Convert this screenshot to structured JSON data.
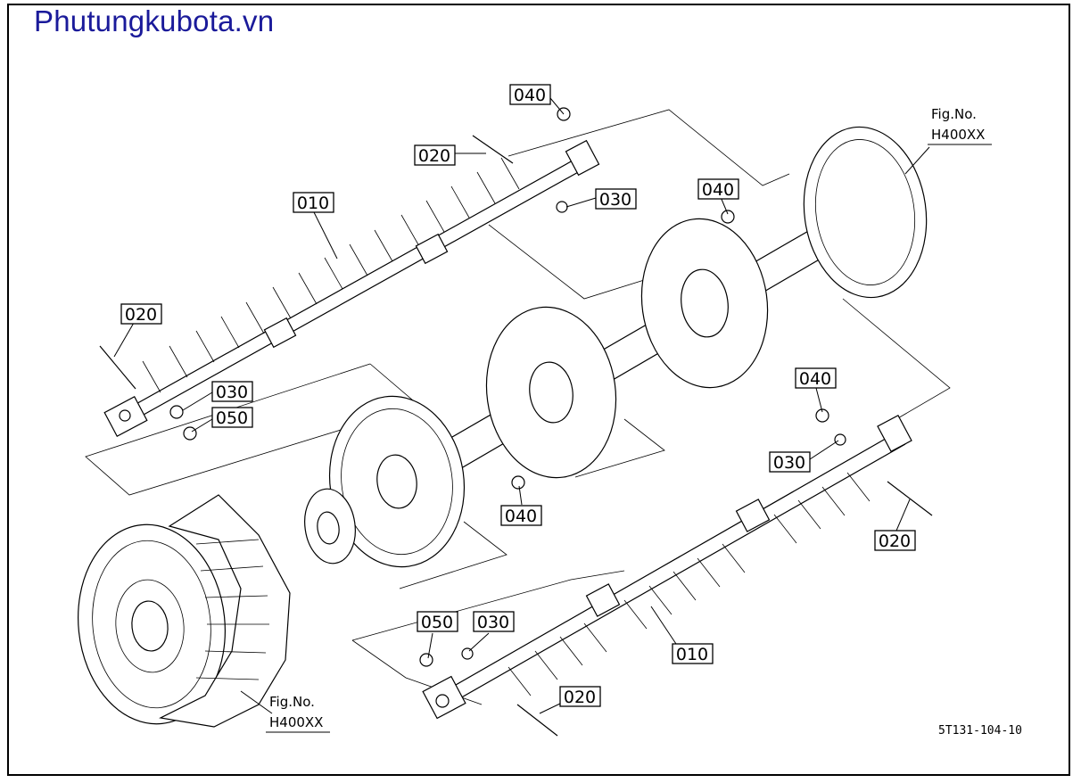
{
  "brand": "Phutungkubota.vn",
  "drawing_code": "5T131-104-10",
  "fig_refs": [
    {
      "line1": "Fig.No.",
      "line2": "H400XX"
    },
    {
      "line1": "Fig.No.",
      "line2": "H400XX"
    }
  ],
  "callouts": {
    "c040_top": "040",
    "c020_top": "020",
    "c030_top": "030",
    "c010_top": "010",
    "c040_mid": "040",
    "c020_left": "020",
    "c030_left": "030",
    "c050_left": "050",
    "c040_right": "040",
    "c030_right": "030",
    "c040_center": "040",
    "c020_right": "020",
    "c010_bottom": "010",
    "c050_bottom": "050",
    "c030_bottom": "030",
    "c020_bottom": "020"
  }
}
